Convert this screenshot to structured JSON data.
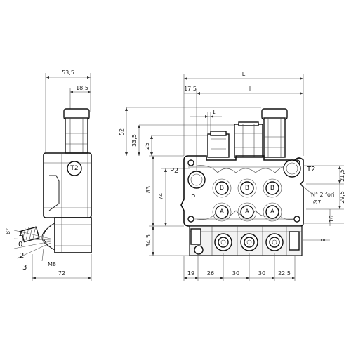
{
  "side_view": {
    "dims": {
      "width_top": "53,5",
      "width_small": "18,5",
      "width_bottom": "72",
      "thread": "M8"
    },
    "port_t2": "T2",
    "positions": [
      "1",
      "0",
      "2",
      "3"
    ],
    "angle_label": "8°"
  },
  "front_view": {
    "dims": {
      "overall_length": "L",
      "inner_length": "l",
      "offset_left": "17,5",
      "offset_small": "1",
      "height_52": "52",
      "height_33": "33,5",
      "height_25": "25",
      "height_83": "83",
      "height_74": "74",
      "height_34": "34,5",
      "right_21": "21,5",
      "right_29": "29,5",
      "right_16": "16",
      "right_9": "9",
      "bottom_19": "19",
      "bottom_26": "26",
      "bottom_30a": "30",
      "bottom_30b": "30",
      "bottom_22": "22,5"
    },
    "ports": {
      "p2": "P2",
      "p": "P",
      "t2": "T2",
      "b": "B",
      "a": "A"
    },
    "holes_note_1": "N° 2 fori",
    "holes_note_2": "Ø7"
  }
}
